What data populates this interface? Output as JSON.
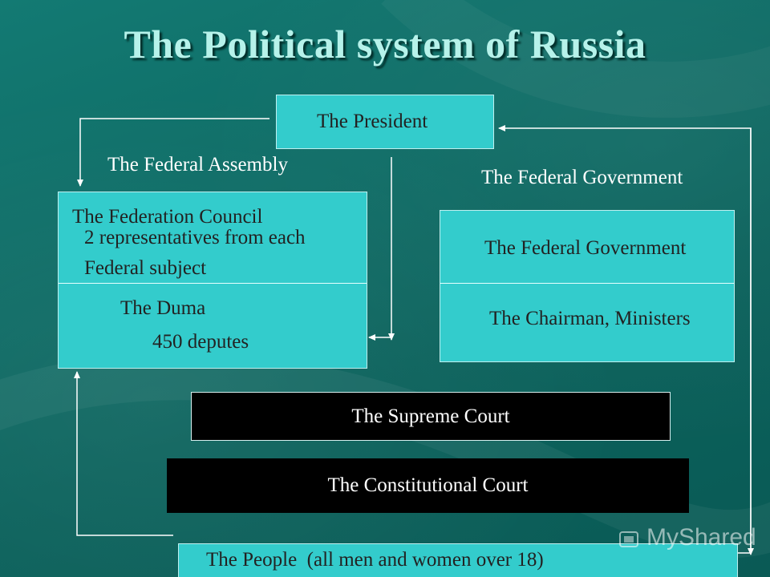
{
  "title": "The Political system of Russia",
  "president": "The President",
  "assembly_label": "The Federal Assembly",
  "government_label": "The Federal Government",
  "federation_council": {
    "name": "The Federation Council",
    "line1": "2 representatives from each",
    "line2": "Federal subject"
  },
  "duma": {
    "name": "The Duma",
    "count": "450 deputes"
  },
  "government_box": {
    "top": "The Federal Government",
    "bottom": "The Chairman, Ministers"
  },
  "supreme_court": "The Supreme Court",
  "constitutional_court": "The Constitutional Court",
  "people": "The People  (all men and women over 18)",
  "watermark": "MyShared",
  "colors": {
    "background": "#0d6e68",
    "box": "#33cccc",
    "court": "#000000",
    "title": "#b6f2ea"
  }
}
